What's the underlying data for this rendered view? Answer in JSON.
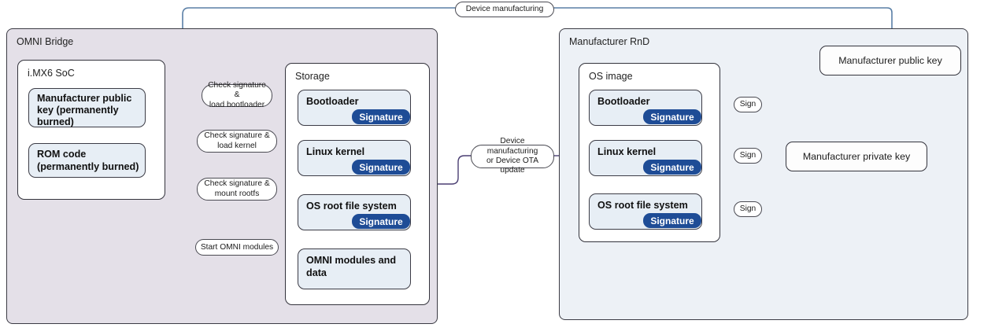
{
  "diagram": {
    "title_top_edge": "Device manufacturing",
    "containers": {
      "omni_bridge": "OMNI Bridge",
      "manufacturer_rnd": "Manufacturer RnD",
      "soc": "i.MX6 SoC",
      "storage": "Storage",
      "os_image": "OS image"
    },
    "soc_nodes": [
      {
        "label": "Manufacturer public key (permanently burned)"
      },
      {
        "label": "ROM code\n (permanently burned)"
      }
    ],
    "soc_node_lines": {
      "pubkey_l1": "Manufacturer public",
      "pubkey_l2": "key (permanently",
      "pubkey_l3": "burned)",
      "rom_l1": "ROM code",
      "rom_l2": " (permanently burned)"
    },
    "storage_nodes": [
      {
        "label": "Bootloader",
        "signature": "Signature",
        "has_signature": true
      },
      {
        "label": "Linux kernel",
        "signature": "Signature",
        "has_signature": true
      },
      {
        "label": "OS root file system",
        "signature": "Signature",
        "has_signature": true
      },
      {
        "label_l1": "OMNI modules and",
        "label_l2": "data",
        "has_signature": false
      }
    ],
    "os_image_nodes": [
      {
        "label": "Bootloader",
        "signature": "Signature"
      },
      {
        "label": "Linux kernel",
        "signature": "Signature"
      },
      {
        "label": "OS root file system",
        "signature": "Signature"
      }
    ],
    "keys": {
      "public_key": "Manufacturer public key",
      "private_key": "Manufacturer private key"
    },
    "edge_labels": {
      "check_bootloader_l1": "Check signature &",
      "check_bootloader_l2": "load bootloader",
      "check_kernel_l1": "Check signature &",
      "check_kernel_l2": "load kernel",
      "check_rootfs_l1": "Check signature &",
      "check_rootfs_l2": "mount rootfs",
      "start_modules": "Start OMNI modules",
      "device_mfg_ota_l1": "Device manufacturing",
      "device_mfg_ota_l2": "or Device OTA update",
      "device_manufacturing": "Device manufacturing",
      "sign_1": "Sign",
      "sign_2": "Sign",
      "sign_3": "Sign"
    },
    "colors": {
      "omni_bridge_fill": "#e4e0e8",
      "rnd_fill": "#edf1f6",
      "node_fill": "#e7eef5",
      "signature_fill": "#1e4c96",
      "arrow_gray": "#555560",
      "arrow_purple": "#4b3f73",
      "arrow_blue": "#5a7fa6",
      "border": "#33333c"
    }
  }
}
